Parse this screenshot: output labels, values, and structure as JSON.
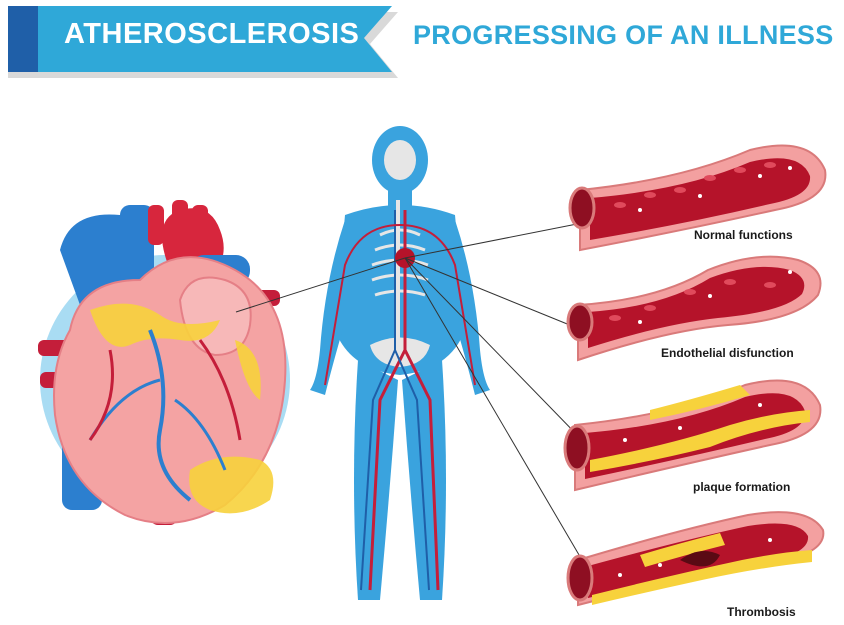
{
  "header": {
    "title": "ATHEROSCLEROSIS",
    "subtitle": "PROGRESSING OF AN ILLNESS"
  },
  "stages": [
    {
      "label": "Normal functions"
    },
    {
      "label": "Endothelial disfunction"
    },
    {
      "label": "plaque formation"
    },
    {
      "label": "Thrombosis"
    }
  ],
  "colors": {
    "banner_blue": "#2fa8d8",
    "banner_dark": "#1f5fa8",
    "artery_outer": "#f3a0a0",
    "blood": "#b5132a",
    "plaque": "#f7d23c",
    "body_blue": "#3aa3de",
    "heart_pink": "#f4a3a3",
    "bg_circle": "#a9dcf3"
  }
}
